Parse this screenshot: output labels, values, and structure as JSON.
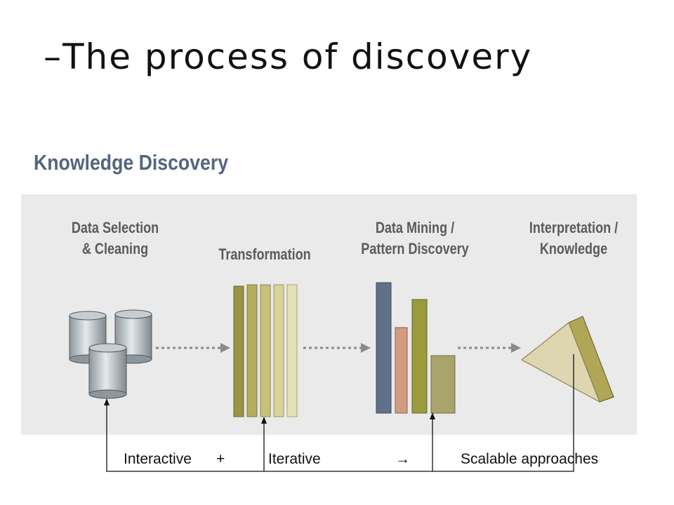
{
  "slide": {
    "title": "–The process of discovery"
  },
  "diagram": {
    "heading": "Knowledge Discovery",
    "stages": [
      {
        "label": "Data Selection\n& Cleaning"
      },
      {
        "label": "Transformation"
      },
      {
        "label": "Data Mining /\nPattern Discovery"
      },
      {
        "label": "Interpretation /\nKnowledge"
      }
    ]
  },
  "footer": {
    "interactive": "Interactive",
    "plus": "+",
    "iterative": "Iterative",
    "arrow": "→",
    "scalable": "Scalable approaches"
  },
  "colors": {
    "heading": "#54657e",
    "panel": "#eaeaea",
    "cylinder": "#9aa3a8",
    "transform_dark": "#9b9445",
    "bar_blue": "#5f7089",
    "bar_salmon": "#d39b7f",
    "bar_olive": "#9b9a3c",
    "bar_khaki": "#a9a36c",
    "prism": "#ddd6b0"
  }
}
